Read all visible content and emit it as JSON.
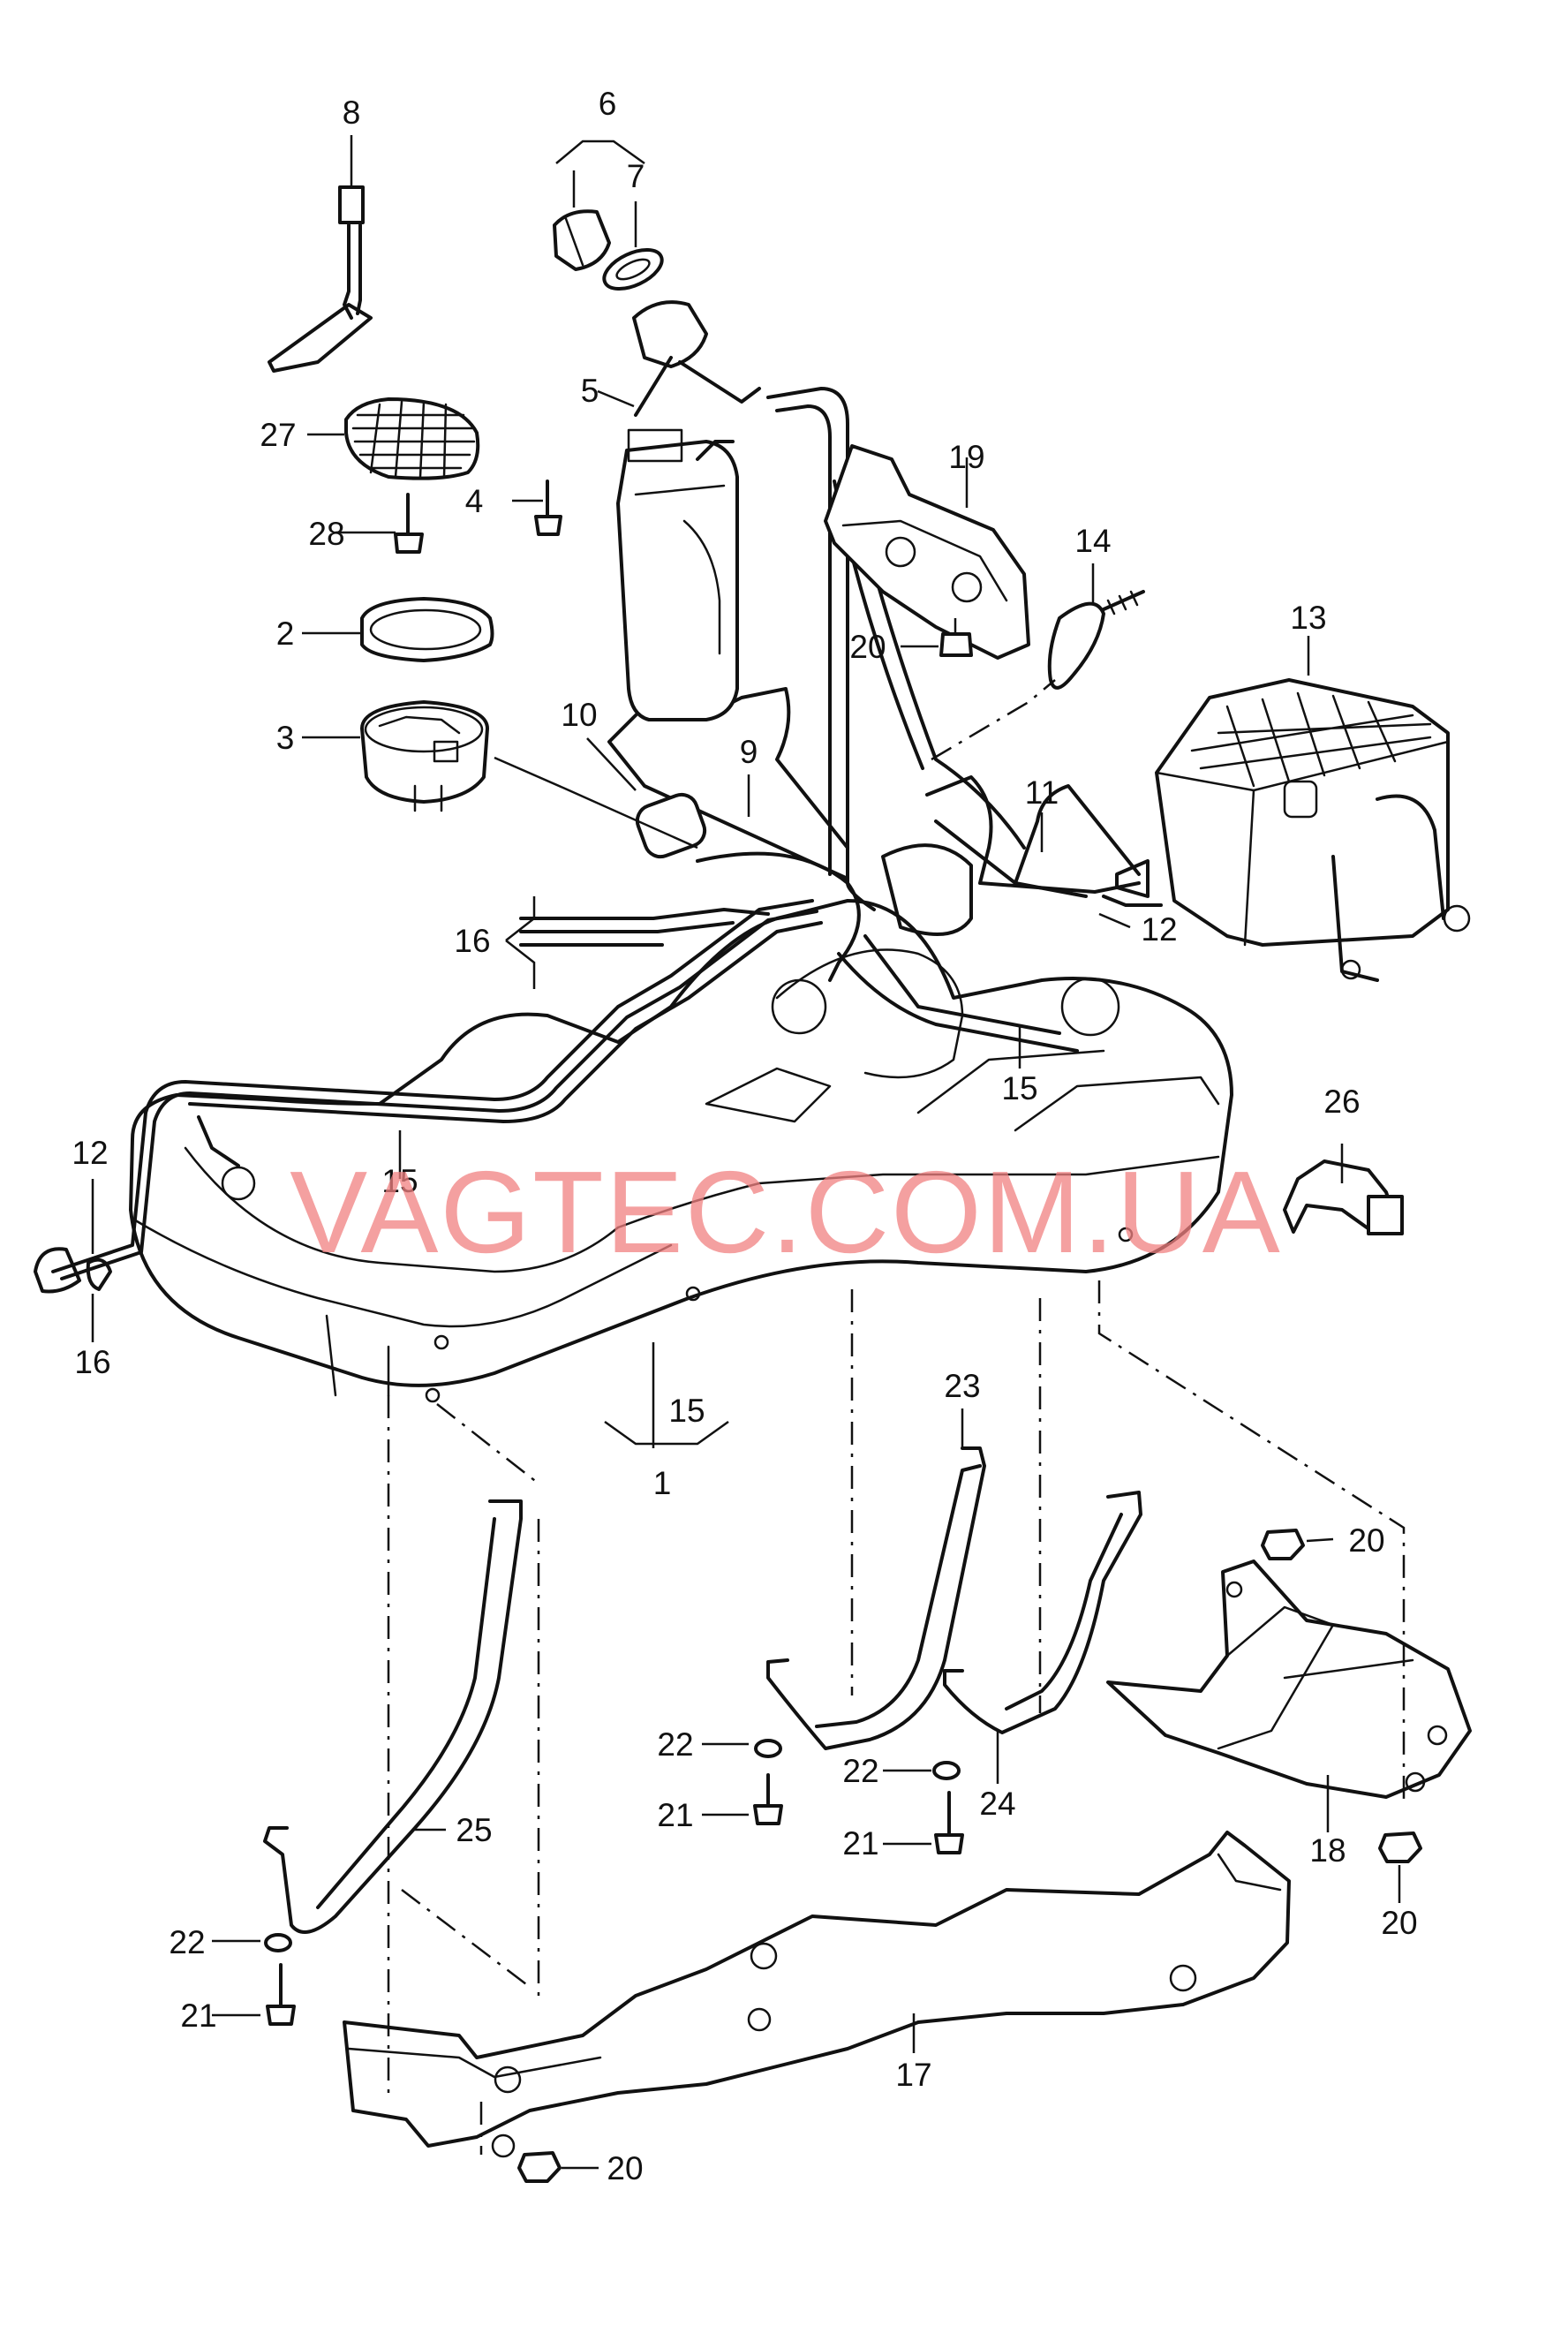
{
  "watermark": "VAGTEC.COM.UA",
  "callouts": {
    "c1": "1",
    "c2": "2",
    "c3": "3",
    "c4": "4",
    "c5": "5",
    "c6": "6",
    "c7": "7",
    "c8": "8",
    "c9": "9",
    "c10": "10",
    "c11": "11",
    "c12a": "12",
    "c12b": "12",
    "c13": "13",
    "c14": "14",
    "c15a": "15",
    "c15b": "15",
    "c15c": "15",
    "c16a": "16",
    "c16b": "16",
    "c17": "17",
    "c18": "18",
    "c19": "19",
    "c20a": "20",
    "c20b": "20",
    "c20c": "20",
    "c20d": "20",
    "c21a": "21",
    "c21b": "21",
    "c21c": "21",
    "c22a": "22",
    "c22b": "22",
    "c22c": "22",
    "c23": "23",
    "c24": "24",
    "c25": "25",
    "c26": "26",
    "c27": "27",
    "c28": "28"
  }
}
